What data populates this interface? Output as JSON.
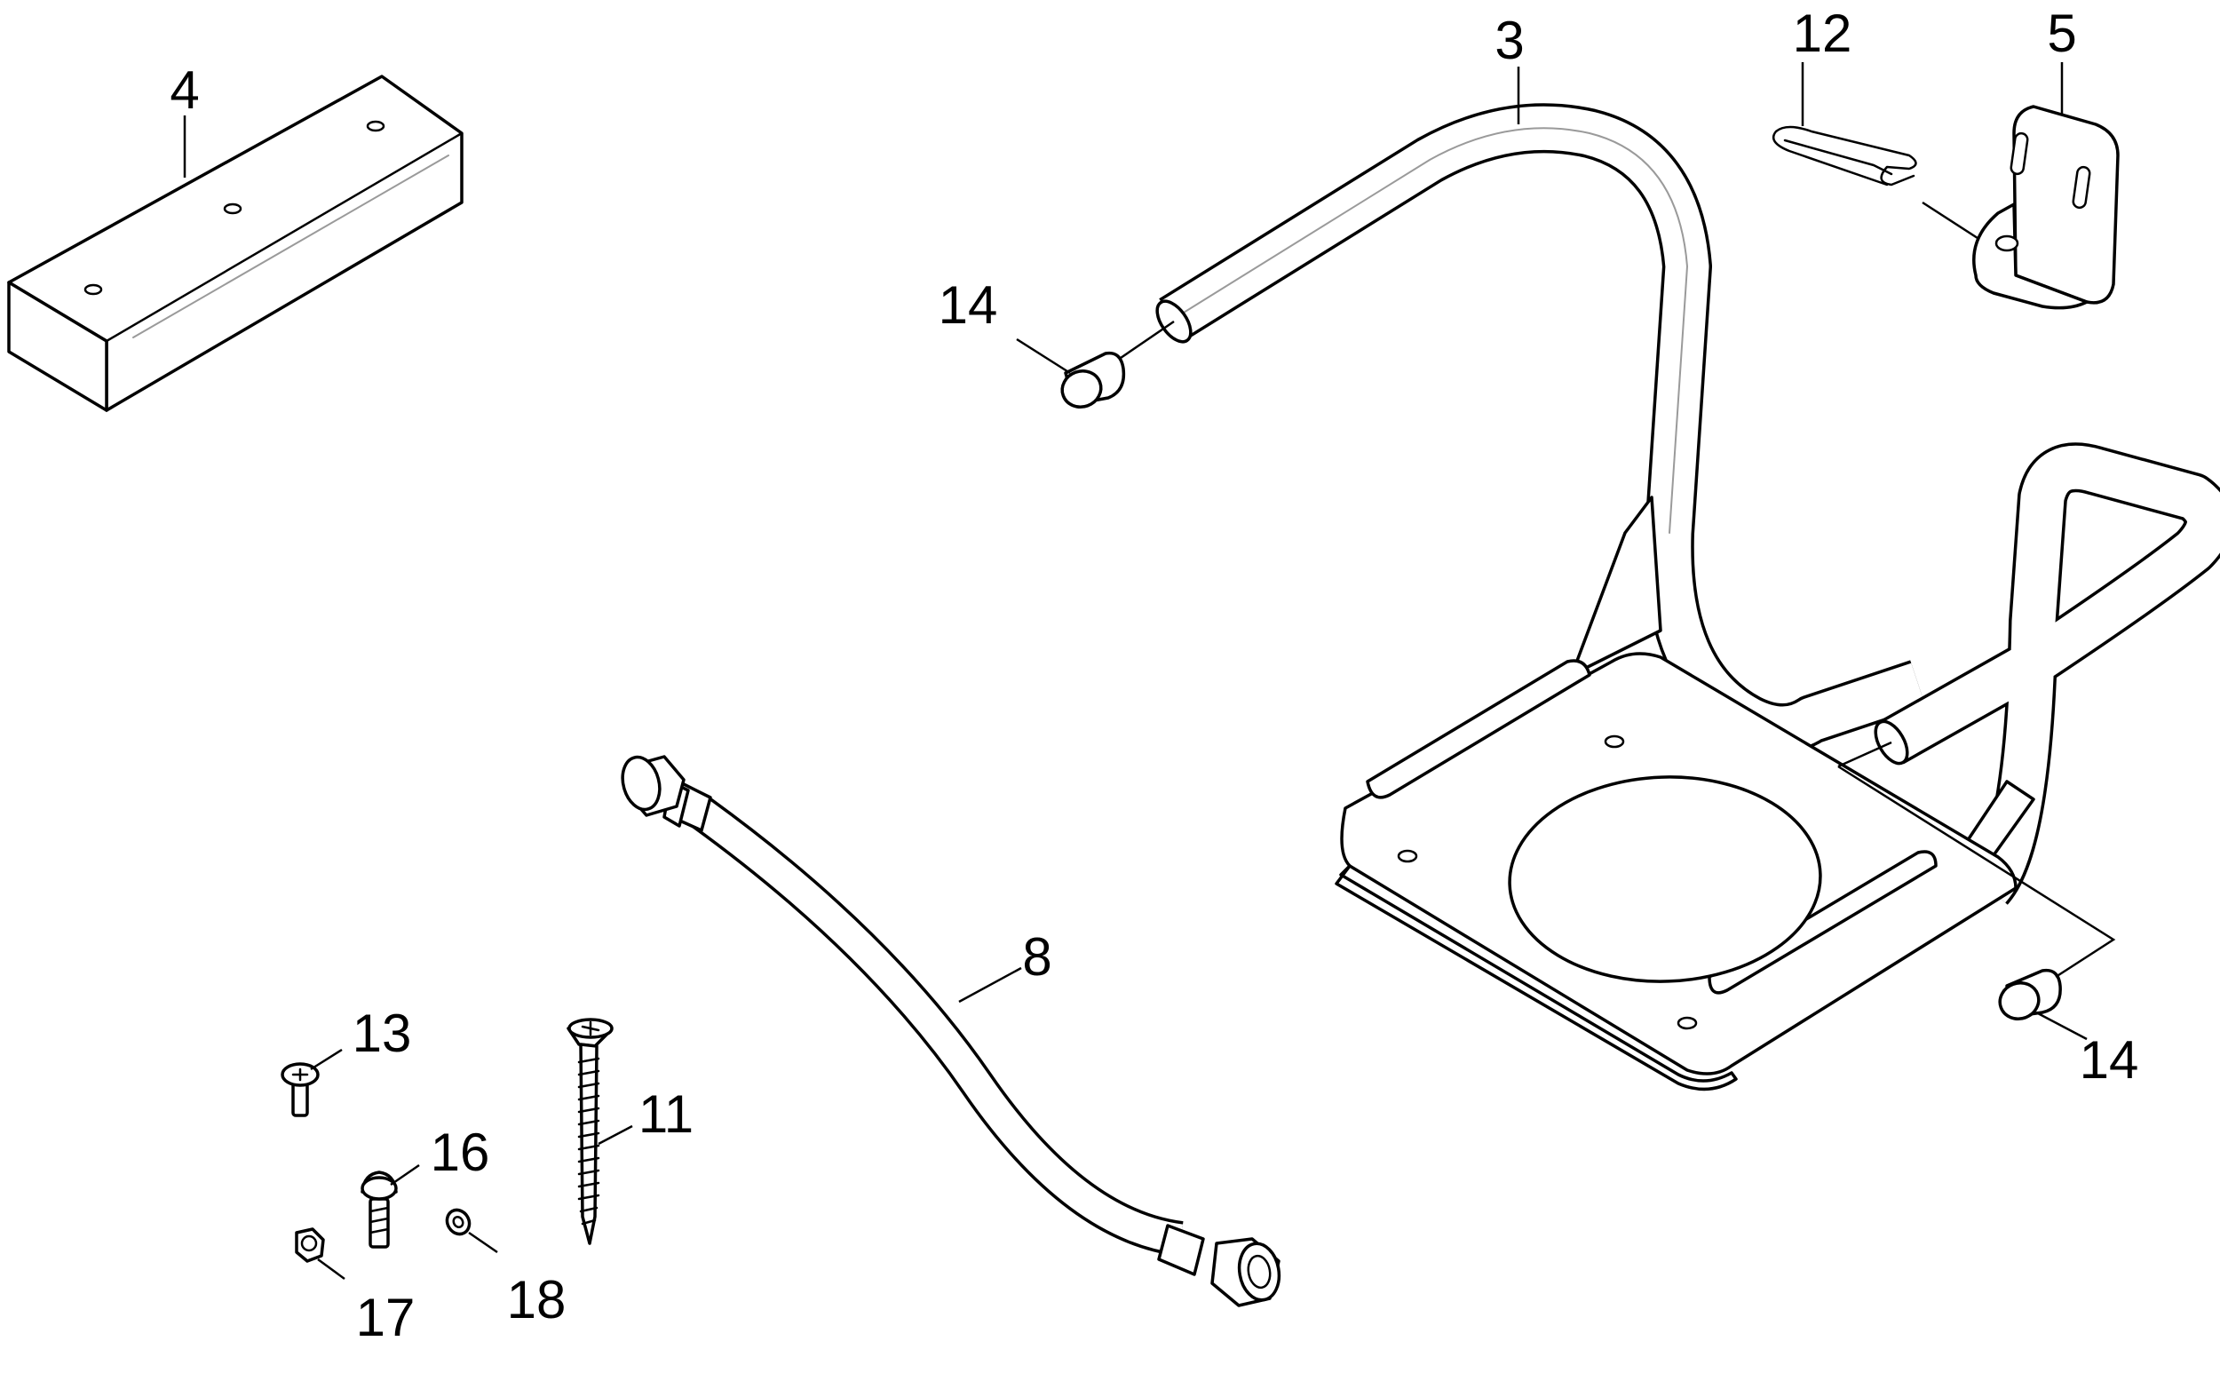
{
  "diagram": {
    "callouts": [
      {
        "id": "callout-4",
        "text": "4"
      },
      {
        "id": "callout-3",
        "text": "3"
      },
      {
        "id": "callout-12",
        "text": "12"
      },
      {
        "id": "callout-5",
        "text": "5"
      },
      {
        "id": "callout-14-top",
        "text": "14"
      },
      {
        "id": "callout-14-bottom",
        "text": "14"
      },
      {
        "id": "callout-8",
        "text": "8"
      },
      {
        "id": "callout-13",
        "text": "13"
      },
      {
        "id": "callout-11",
        "text": "11"
      },
      {
        "id": "callout-16",
        "text": "16"
      },
      {
        "id": "callout-17",
        "text": "17"
      },
      {
        "id": "callout-18",
        "text": "18"
      }
    ],
    "colors": {
      "line": "#000000",
      "background": "#ffffff",
      "highlight": "#9a9a9a"
    }
  }
}
